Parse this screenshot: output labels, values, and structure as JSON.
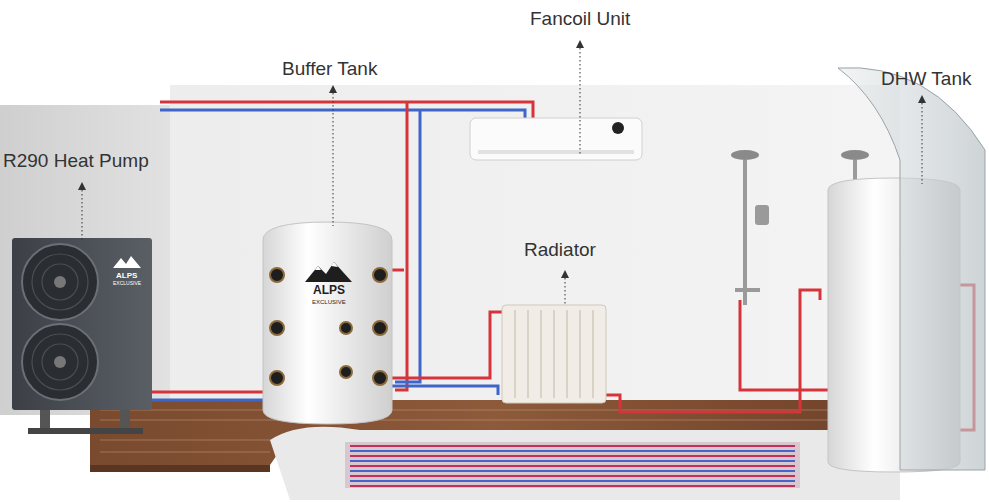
{
  "diagram": {
    "labels": [
      "Fancoil Unit",
      "Buffer Tank",
      "DHW Tank",
      "R290 Heat Pump",
      "Radiator",
      "ALPS",
      "EXCLUSIVE",
      "ALPS",
      "EXCLUSIVE"
    ]
  }
}
